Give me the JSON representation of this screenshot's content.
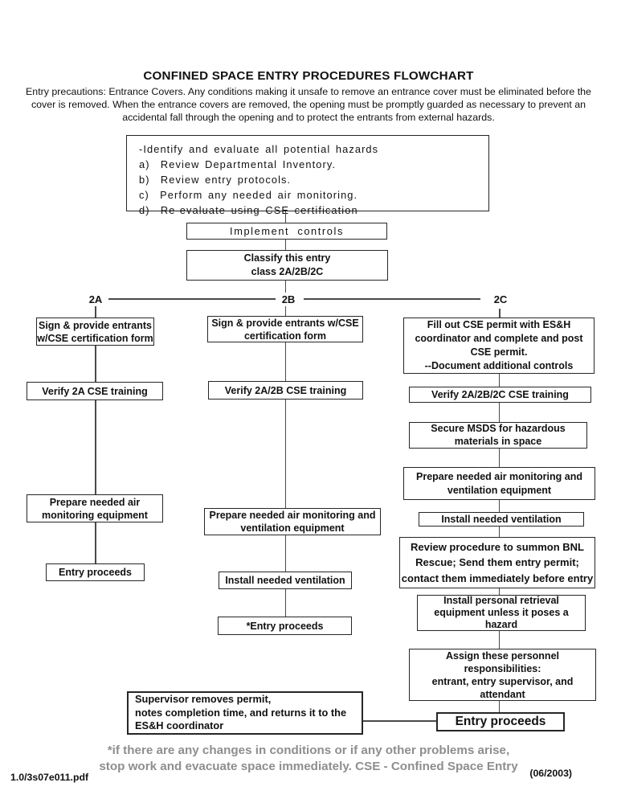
{
  "header": {
    "title": "CONFINED SPACE ENTRY PROCEDURES FLOWCHART",
    "intro": "Entry precautions: Entrance Covers. Any conditions making it unsafe to remove an entrance cover must be eliminated before the\ncover is removed. When the entrance covers are removed, the opening must be promptly guarded as necessary to prevent an\naccidental fall through the opening and to protect the entrants from external hazards."
  },
  "flow": {
    "hazards": "-Identify and evaluate all potential hazards\na)  Review Departmental Inventory.\nb)  Review entry protocols.\nc)  Perform any needed air monitoring.\nd)  Re-evaluate using CSE certification",
    "implement": "Implement controls",
    "classify": "Classify this entry\nclass 2A/2B/2C",
    "branch_2a": "2A",
    "branch_2b": "2B",
    "branch_2c": "2C",
    "col_2a": {
      "sign": "Sign & provide entrants\nw/CSE certification form",
      "verify": "Verify 2A CSE training",
      "prepare": "Prepare needed air\nmonitoring equipment",
      "entry": "Entry proceeds"
    },
    "col_2b": {
      "sign": "Sign & provide entrants w/CSE\ncertification form",
      "verify": "Verify 2A/2B CSE training",
      "prepare": "Prepare needed air monitoring and\nventilation equipment",
      "install": "Install needed ventilation",
      "entry": "*Entry proceeds"
    },
    "col_2c": {
      "fill_permit": "Fill out CSE permit with ES&H\ncoordinator and complete and post\nCSE permit.\n--Document additional controls",
      "verify": "Verify 2A/2B/2C CSE training",
      "msds": "Secure MSDS for hazardous\nmaterials in space",
      "prepare": "Prepare needed air monitoring and\nventilation equipment",
      "install": "Install needed ventilation",
      "review_rescue": "Review procedure to summon BNL\nRescue; Send them entry permit;\ncontact them immediately before entry",
      "retrieval": "Install personal retrieval\nequipment unless it poses a\nhazard",
      "assign": "Assign these personnel\nresponsibilities:\nentrant, entry supervisor, and\nattendant",
      "entry": "Entry proceeds"
    },
    "supervisor": "Supervisor removes permit,\nnotes completion time, and returns it to the\nES&H coordinator"
  },
  "footer": {
    "footnote": "*if there are any changes in conditions or if any other problems arise,\nstop work and evacuate space immediately. CSE - Confined Space Entry",
    "file_ref": "1.0/3s07e011.pdf",
    "date": "(06/2003)"
  },
  "colors": {
    "text": "#111111",
    "footnote_gray": "#8e8e8e",
    "line": "#4a4a4a"
  }
}
